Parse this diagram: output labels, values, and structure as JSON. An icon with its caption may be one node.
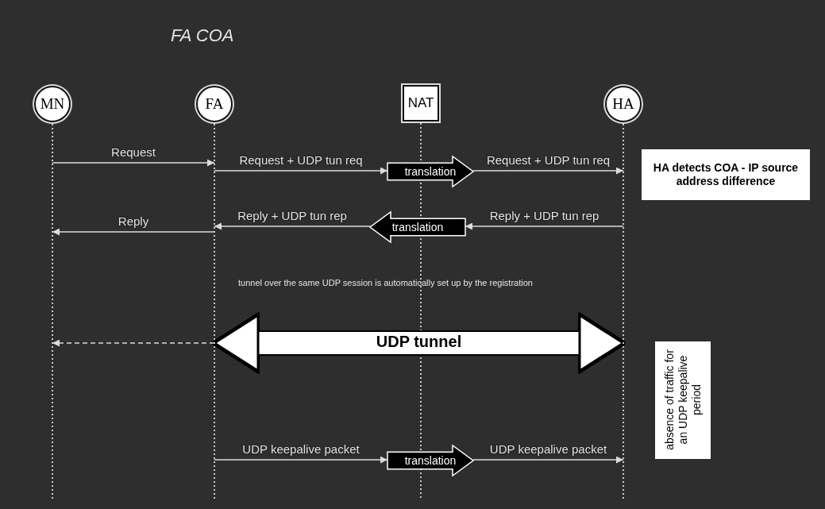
{
  "diagram": {
    "title": "FA COA",
    "nodes": [
      {
        "text": [
          "MN"
        ]
      },
      {
        "text": [
          "FA"
        ]
      },
      {
        "text": [
          "NAT"
        ]
      },
      {
        "text": [
          "HA"
        ]
      },
      {
        "text": [
          "translation"
        ]
      },
      {
        "text": [
          "HA detects COA - IP source address difference"
        ]
      },
      {
        "text": [
          "translation"
        ]
      },
      {
        "text": [
          "absence of traffic for an UDP keepalive period"
        ]
      },
      {
        "text": [
          "translation"
        ]
      }
    ],
    "edges": [
      {
        "from": 0,
        "to": 1,
        "arrow": "to",
        "label": "Request"
      },
      {
        "from": 1,
        "to": 4,
        "arrow": "to",
        "label": "Request + UDP tun req"
      },
      {
        "from": 4,
        "to": 3,
        "arrow": "to",
        "label": "Request + UDP tun req"
      },
      {
        "from": 3,
        "to": 6,
        "arrow": "to",
        "label": "Reply + UDP tun rep"
      },
      {
        "from": 6,
        "to": 1,
        "arrow": "to",
        "label": "Reply + UDP tun rep"
      },
      {
        "from": 1,
        "to": 0,
        "arrow": "to",
        "label": "Reply"
      },
      {
        "from": 1,
        "to": 3,
        "arrow": "both",
        "label": "UDP tunnel",
        "style": "thick"
      },
      {
        "from": 1,
        "to": 0,
        "arrow": "to",
        "style": "dashed"
      },
      {
        "from": 1,
        "to": 8,
        "arrow": "to",
        "label": "UDP keepalive packet"
      },
      {
        "from": 8,
        "to": 3,
        "arrow": "to",
        "label": "UDP keepalive packet"
      }
    ],
    "labels": [
      "tunnel over the same UDP session is automatically set up by the registration"
    ]
  }
}
